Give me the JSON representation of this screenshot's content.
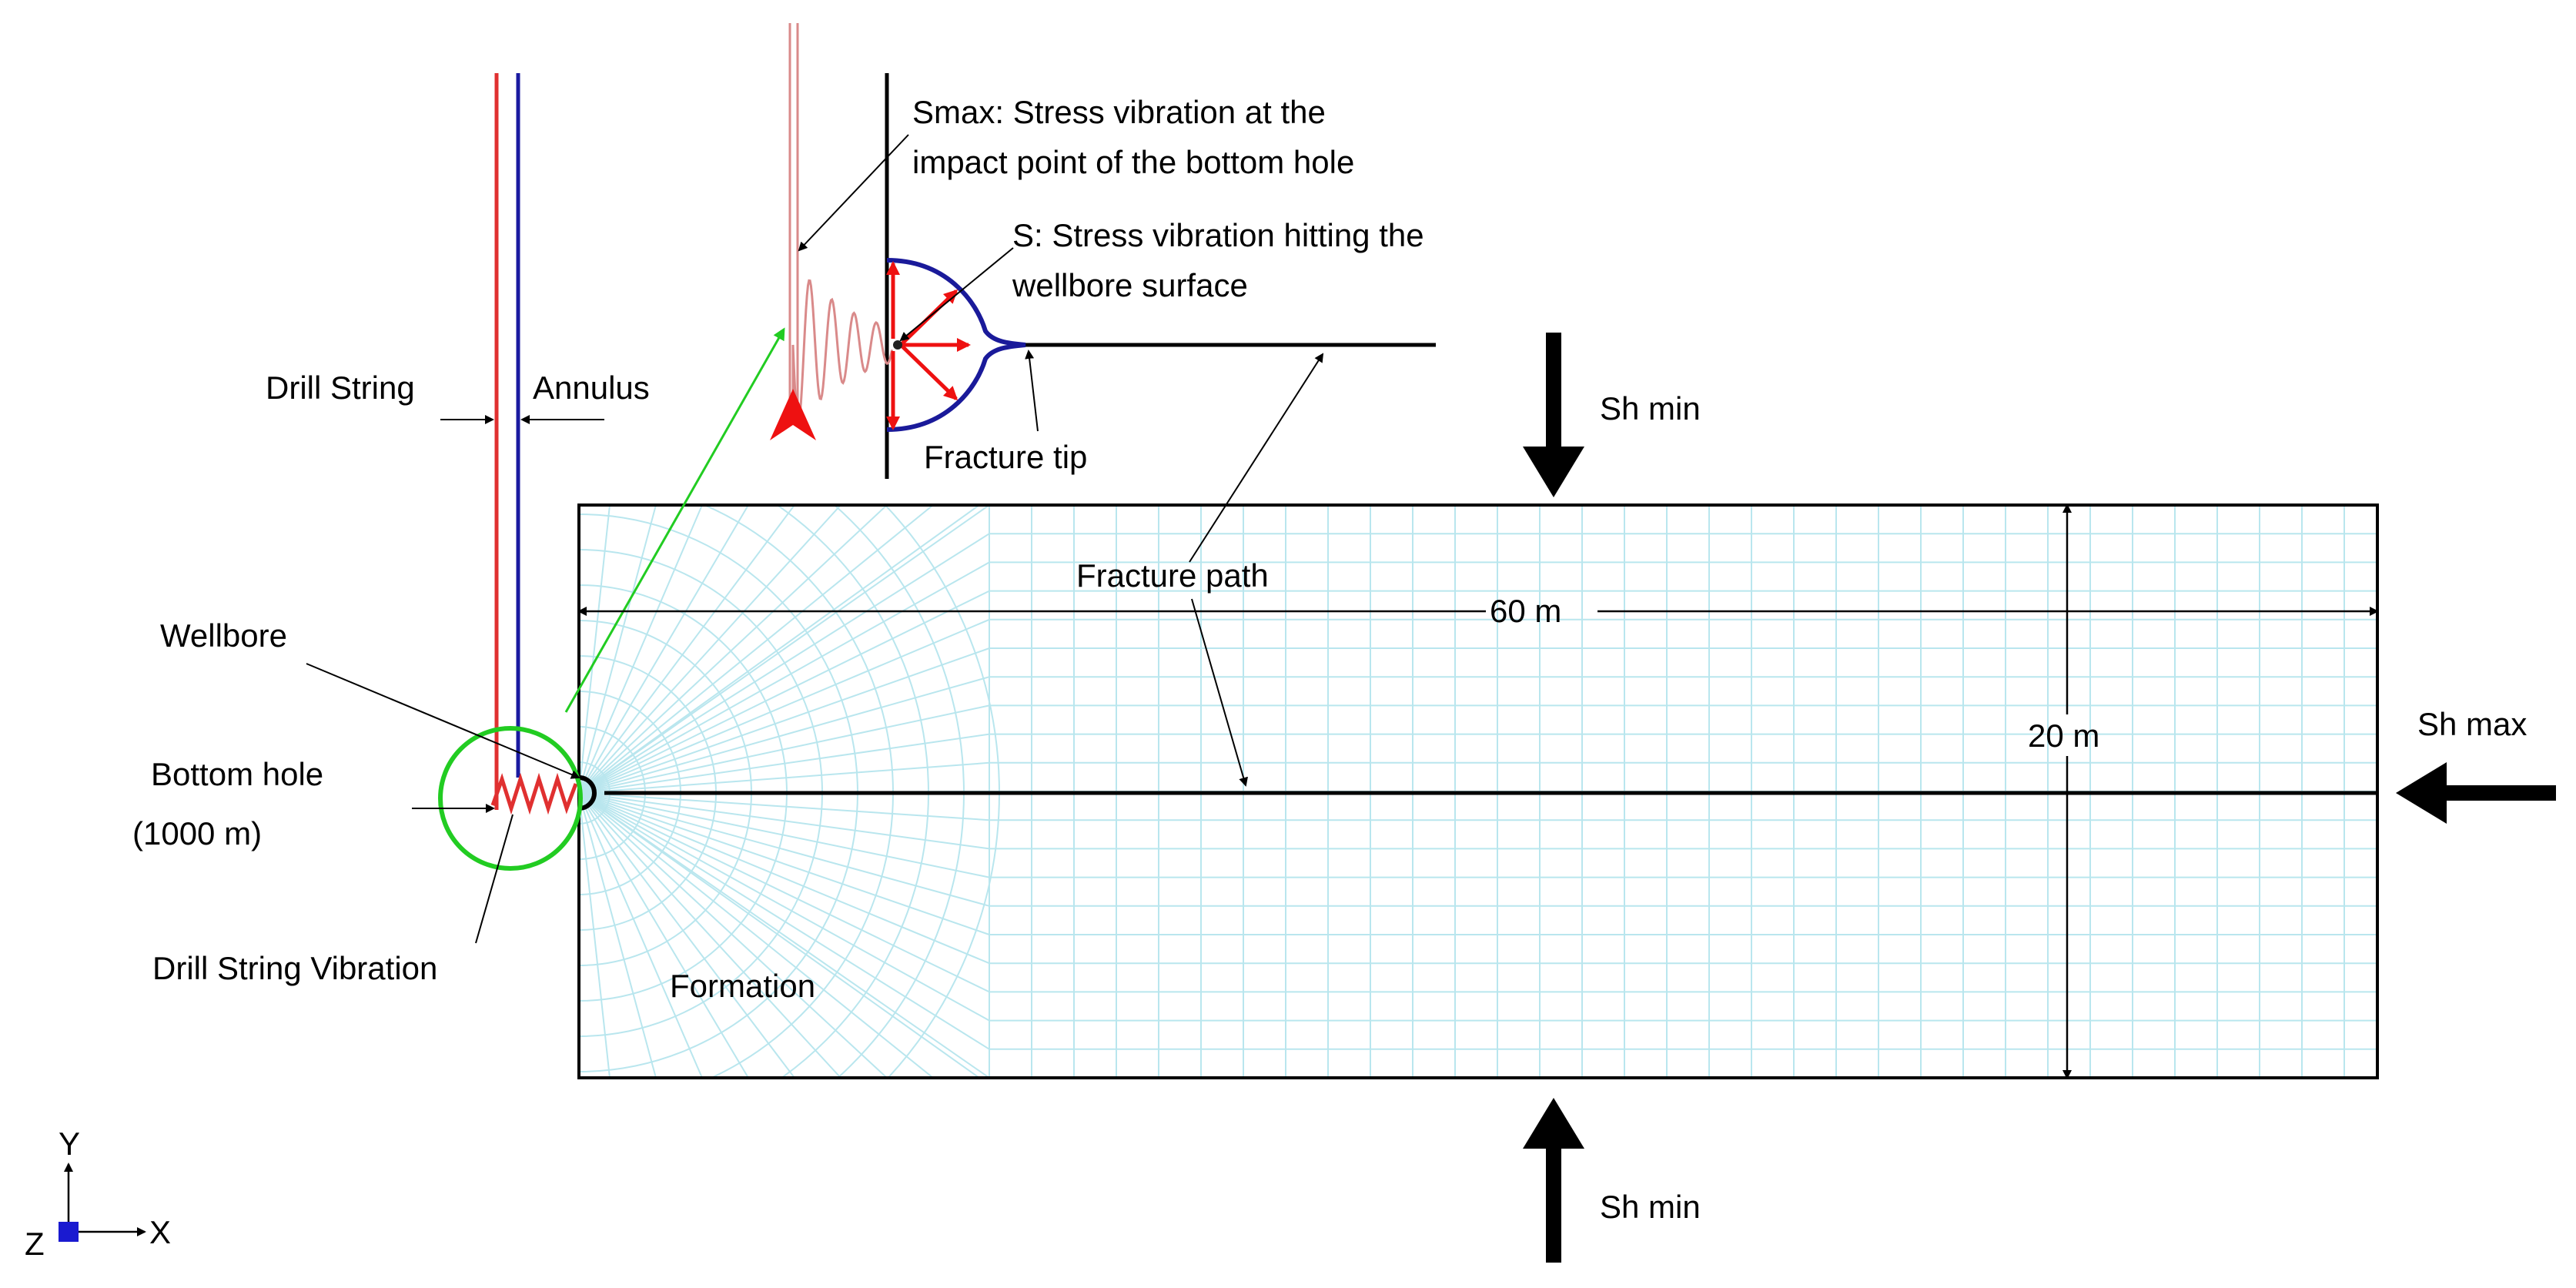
{
  "labels": {
    "smax_line1": "Smax: Stress vibration at the",
    "smax_line2": "impact point of the bottom hole",
    "s_line1": "S: Stress vibration hitting the",
    "s_line2": "wellbore surface",
    "fracture_tip": "Fracture tip",
    "drill_string": "Drill String",
    "annulus": "Annulus",
    "sh_min_top": "Sh min",
    "sh_min_bottom": "Sh min",
    "sh_max": "Sh max",
    "fracture_path": "Fracture path",
    "width_dim": "60 m",
    "height_dim": "20 m",
    "wellbore": "Wellbore",
    "bottom_hole_line1": "Bottom hole",
    "bottom_hole_line2": "(1000 m)",
    "drill_string_vibration": "Drill String Vibration",
    "formation": "Formation"
  },
  "axes": {
    "y": "Y",
    "x": "X",
    "z": "Z"
  },
  "colors": {
    "drill_string": "#e03030",
    "annulus": "#1a1aa0",
    "highlight_circle": "#22cc22",
    "mesh": "#b9e6ee",
    "stress_arrows": "#ee1111",
    "wellbore_curve": "#1a1a9a",
    "vibration_trace": "#d98a8a",
    "axis_origin": "#1a1ad0"
  }
}
